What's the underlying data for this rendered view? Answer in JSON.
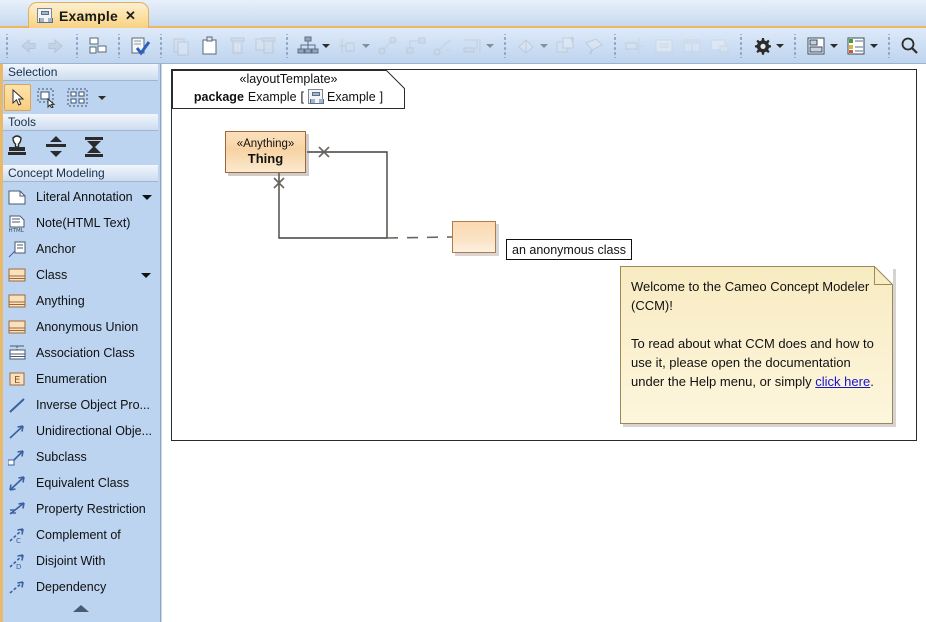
{
  "tab": {
    "title": "Example",
    "close_label": "✕",
    "icon": "diagram-icon"
  },
  "toolbar": {
    "groups": [
      {
        "name": "navigation",
        "buttons": [
          {
            "name": "back-icon",
            "enabled": false
          },
          {
            "name": "forward-icon",
            "enabled": false
          }
        ]
      },
      {
        "name": "structure",
        "buttons": [
          {
            "name": "select-in-containment-tree-icon",
            "enabled": true
          }
        ]
      },
      {
        "name": "validate",
        "buttons": [
          {
            "name": "validate-icon",
            "enabled": true
          }
        ]
      },
      {
        "name": "clipboard",
        "buttons": [
          {
            "name": "copy-icon",
            "enabled": false
          },
          {
            "name": "paste-icon",
            "enabled": true
          },
          {
            "name": "delete-icon",
            "enabled": false
          },
          {
            "name": "delete-all-icon",
            "enabled": false
          }
        ]
      },
      {
        "name": "layout",
        "buttons": [
          {
            "name": "hierarchy-layout-icon",
            "enabled": true,
            "has_caret": true
          },
          {
            "name": "orthogonal-layout-icon",
            "enabled": false,
            "has_caret": true
          },
          {
            "name": "line-style-diagonal-icon",
            "enabled": false
          },
          {
            "name": "line-style-rectilinear-icon",
            "enabled": false
          },
          {
            "name": "line-style-oblique-icon",
            "enabled": false
          },
          {
            "name": "line-style-bezier-icon",
            "enabled": false,
            "has_caret": true
          }
        ]
      },
      {
        "name": "styling",
        "buttons": [
          {
            "name": "fill-color-icon",
            "enabled": false,
            "has_caret": true
          },
          {
            "name": "bring-to-front-icon",
            "enabled": false
          },
          {
            "name": "format-painter-icon",
            "enabled": false
          }
        ]
      },
      {
        "name": "align",
        "buttons": [
          {
            "name": "align-icon",
            "enabled": false
          },
          {
            "name": "same-size-icon",
            "enabled": false
          },
          {
            "name": "grid-icon",
            "enabled": false
          },
          {
            "name": "frame-icon",
            "enabled": false
          }
        ]
      },
      {
        "name": "options",
        "buttons": [
          {
            "name": "gear-icon",
            "enabled": true,
            "has_caret": true
          }
        ]
      },
      {
        "name": "view",
        "buttons": [
          {
            "name": "layout-panes-icon",
            "enabled": true,
            "has_caret": true
          },
          {
            "name": "legend-icon",
            "enabled": true,
            "has_caret": true
          }
        ]
      },
      {
        "name": "search",
        "buttons": [
          {
            "name": "search-icon",
            "enabled": true
          }
        ]
      }
    ]
  },
  "palette": {
    "sections": [
      {
        "id": "selection",
        "title": "Selection"
      },
      {
        "id": "tools",
        "title": "Tools"
      },
      {
        "id": "concept_modeling",
        "title": "Concept Modeling"
      }
    ],
    "selection_tools": [
      {
        "name": "pointer-icon",
        "active": true
      },
      {
        "name": "rubber-band-select-icon",
        "active": false
      },
      {
        "name": "select-all-icon",
        "active": false
      }
    ],
    "tools": [
      {
        "name": "stamp-icon"
      },
      {
        "name": "align-vertical-icon"
      },
      {
        "name": "align-horizontal-icon"
      }
    ],
    "items": [
      {
        "label": "Literal Annotation",
        "icon": "note-icon",
        "caret": true
      },
      {
        "label": "Note(HTML Text)",
        "icon": "html-note-icon",
        "caret": false
      },
      {
        "label": "Anchor",
        "icon": "anchor-icon",
        "caret": false
      },
      {
        "label": "Class",
        "icon": "class-icon",
        "caret": true
      },
      {
        "label": "Anything",
        "icon": "class-icon",
        "caret": false
      },
      {
        "label": "Anonymous Union",
        "icon": "class-icon",
        "caret": false
      },
      {
        "label": "Association Class",
        "icon": "association-class-icon",
        "caret": false
      },
      {
        "label": "Enumeration",
        "icon": "enumeration-icon",
        "caret": false
      },
      {
        "label": "Inverse Object Pro...",
        "icon": "inverse-object-property-icon",
        "caret": false
      },
      {
        "label": "Unidirectional Obje...",
        "icon": "unidirectional-object-property-icon",
        "caret": false
      },
      {
        "label": "Subclass",
        "icon": "subclass-icon",
        "caret": false
      },
      {
        "label": "Equivalent Class",
        "icon": "equivalent-class-icon",
        "caret": false
      },
      {
        "label": "Property Restriction",
        "icon": "property-restriction-icon",
        "caret": false
      },
      {
        "label": "Complement of",
        "icon": "complement-of-icon",
        "caret": false
      },
      {
        "label": "Disjoint With",
        "icon": "disjoint-with-icon",
        "caret": false
      },
      {
        "label": "Dependency",
        "icon": "dependency-icon",
        "caret": false
      }
    ],
    "collapse_icon": "collapse-up-icon"
  },
  "diagram": {
    "package": {
      "stereotype": "«layoutTemplate»",
      "keyword": "package",
      "name": "Example",
      "bracket_open": "[",
      "bracket_close": "]",
      "diagram_name": "Example",
      "icon": "diagram-icon"
    },
    "thing_node": {
      "stereotype": "«Anything»",
      "name": "Thing"
    },
    "anonymous_class": {
      "label": "an anonymous class"
    },
    "note": {
      "paragraph1": "Welcome to the Cameo Concept Modeler (CCM)!",
      "paragraph2_before_link": "To read about what CCM does and how to use it, please open the documentation under the Help menu, or simply ",
      "link_text": "click here",
      "paragraph2_after_link": "."
    }
  },
  "colors": {
    "tab_accent": "#f0b657",
    "palette_background": "#bcd4f0",
    "note_fill": "#faefc8",
    "class_fill": "#f7d3a4",
    "link": "#1414d2"
  }
}
